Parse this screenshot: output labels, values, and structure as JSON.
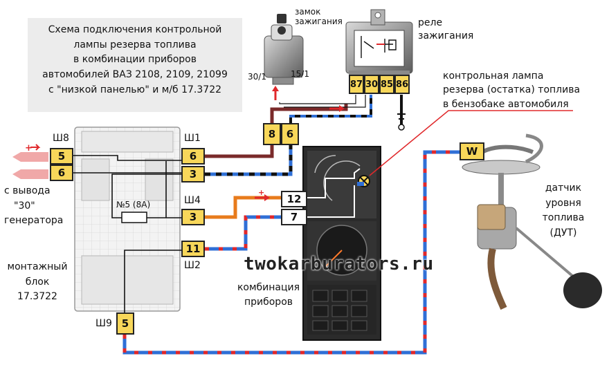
{
  "title_lines": [
    "Схема подключения контрольной",
    "лампы резерва топлива",
    "в комбинации приборов",
    "автомобилей ВАЗ 2108, 2109, 21099",
    "с \"низкой панелью\" и м/б 17.3722"
  ],
  "labels": {
    "ignition_switch": [
      "замок",
      "зажигания"
    ],
    "ignition_relay": [
      "реле",
      "зажигания"
    ],
    "warning_lamp": [
      "контрольная лампа",
      "резерва (остатка) топлива",
      "в бензобаке автомобиля"
    ],
    "fuel_sensor": [
      "датчик",
      "уровня",
      "топлива",
      "(ДУТ)"
    ],
    "generator": [
      "с вывода",
      "\"30\"",
      "генератора"
    ],
    "fuse_box": [
      "монтажный",
      "блок",
      "17.3722"
    ],
    "cluster": [
      "комбинация",
      "приборов"
    ]
  },
  "connectors": {
    "sh8": "Ш8",
    "sh1": "Ш1",
    "sh4": "Ш4",
    "sh2": "Ш2",
    "sh9": "Ш9"
  },
  "pins": {
    "sh8_a": "5",
    "sh8_b": "6",
    "sh1_a": "6",
    "sh1_b": "3",
    "sh4_a": "3",
    "sh2_a": "11",
    "sh9_a": "5",
    "harness_a": "8",
    "harness_b": "6",
    "cluster_a": "12",
    "cluster_b": "7",
    "relay_87": "87",
    "relay_30": "30",
    "relay_85": "85",
    "relay_86": "86",
    "sensor_w": "W"
  },
  "switch_terminals": {
    "t30": "30/1",
    "t15": "15/1"
  },
  "fuse_label": "№5 (8А)",
  "watermark": "twokarburators.ru",
  "colors": {
    "brown": "#7a2a2a",
    "orange": "#e87b1c",
    "blue": "#2f6fd6",
    "red": "#e0282b",
    "black": "#111111",
    "pin_fill": "#f8d75a",
    "gray_panel": "#ececec"
  }
}
